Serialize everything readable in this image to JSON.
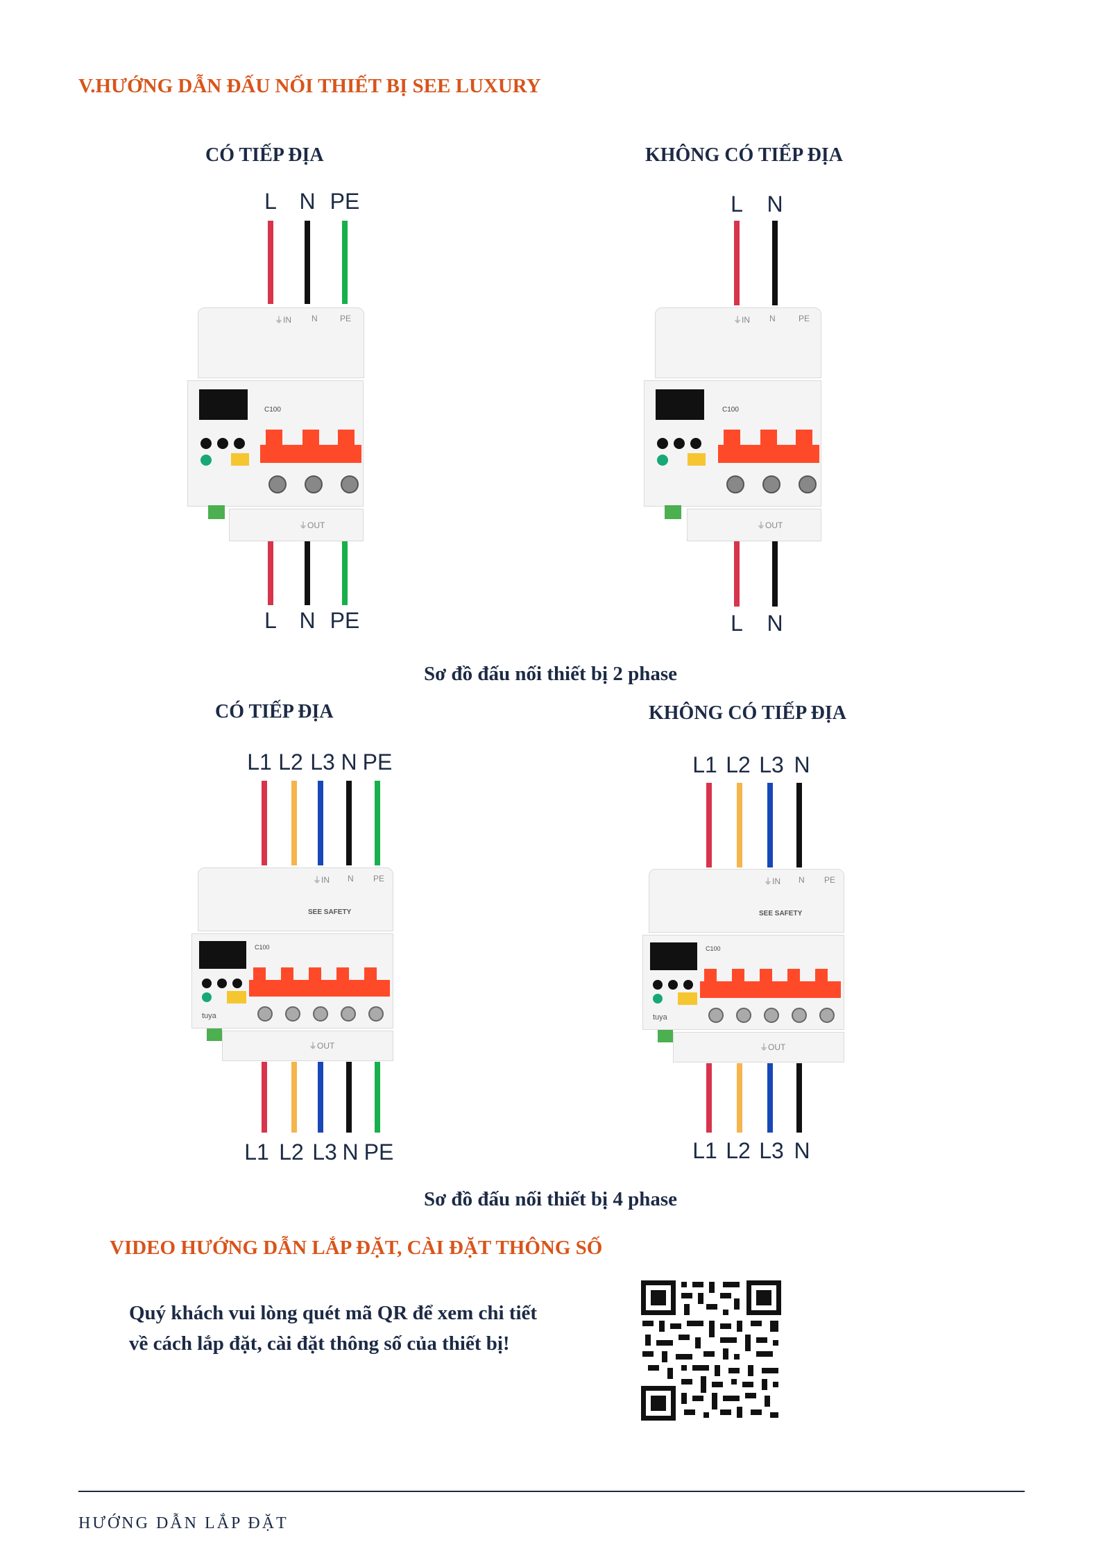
{
  "section_title": "V.HƯỚNG DẪN ĐẤU NỐI THIẾT BỊ SEE LUXURY",
  "two_phase": {
    "grounded_title": "CÓ TIẾP ĐỊA",
    "ungrounded_title": "KHÔNG CÓ TIẾP ĐỊA",
    "grounded_wires": [
      "L",
      "N",
      "PE"
    ],
    "ungrounded_wires": [
      "L",
      "N"
    ],
    "caption": "Sơ đồ đấu nối thiết bị 2 phase"
  },
  "four_phase": {
    "grounded_title": "CÓ TIẾP ĐỊA",
    "ungrounded_title": "KHÔNG CÓ TIẾP ĐỊA",
    "grounded_wires": [
      "L1",
      "L2",
      "L3",
      "N",
      "PE"
    ],
    "ungrounded_wires": [
      "L1",
      "L2",
      "L3",
      "N"
    ],
    "caption": "Sơ đồ đấu nối thiết bị 4 phase"
  },
  "device": {
    "terminal_in": "⏚IN",
    "terminal_n": "N",
    "terminal_pe": "PE",
    "terminal_out": "⏚OUT",
    "model": "C100",
    "brand": "SEE SAFETY",
    "tuya": "tuya"
  },
  "wire_colors": {
    "L": "#d8344c",
    "L1": "#d8344c",
    "L2": "#f6b44c",
    "L3": "#1848b8",
    "N": "#111111",
    "PE": "#18b04c"
  },
  "video": {
    "title": "VIDEO HƯỚNG DẪN LẮP ĐẶT, CÀI ĐẶT THÔNG SỐ",
    "line1": "Quý khách vui lòng quét mã QR để xem chi tiết",
    "line2": "về cách lắp đặt, cài đặt thông số của thiết bị!"
  },
  "footer": "HƯỚNG DẪN LẮP ĐẶT"
}
